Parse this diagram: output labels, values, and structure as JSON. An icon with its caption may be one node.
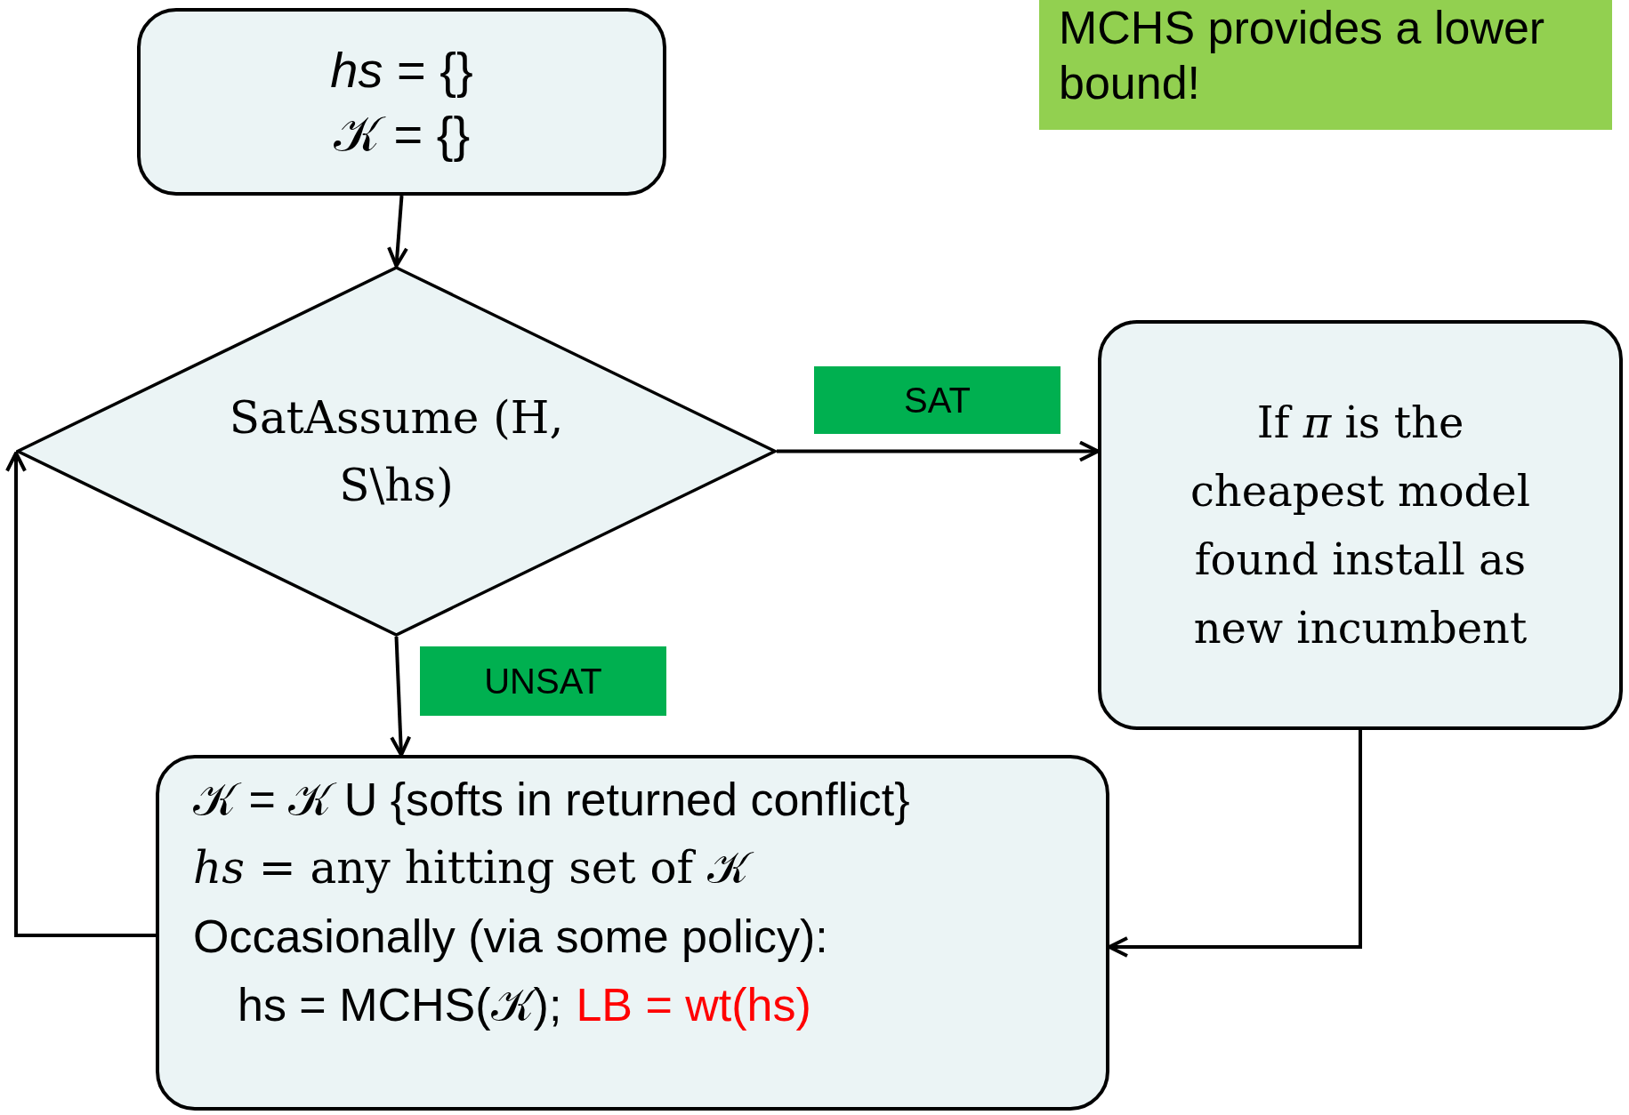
{
  "diagram": {
    "nodes": [
      {
        "text": [
          "*hs* = {}",
          "𝒦 = {}"
        ]
      },
      {
        "text": [
          "SatAssume (H, S\\hs)"
        ]
      },
      {
        "text": [
          "If *π* is the cheapest model found install as new incumbent"
        ]
      },
      {
        "text": [
          "𝒦 = 𝒦 U {softs in returned conflict}",
          "*hs* = any hitting set of 𝒦",
          "Occasionally (via some policy):",
          "hs = MCHS(𝒦);",
          "LB = wt(hs)"
        ]
      },
      {
        "text": [
          "MCHS provides a lower bound!"
        ]
      }
    ],
    "edges": [
      {
        "from": 0,
        "to": 1,
        "arrow": "to"
      },
      {
        "from": 1,
        "to": 2,
        "arrow": "to",
        "label": "SAT"
      },
      {
        "from": 1,
        "to": 3,
        "arrow": "to",
        "label": "UNSAT"
      },
      {
        "from": 2,
        "to": 3,
        "arrow": "to"
      },
      {
        "from": 3,
        "to": 1,
        "arrow": "to"
      }
    ]
  }
}
